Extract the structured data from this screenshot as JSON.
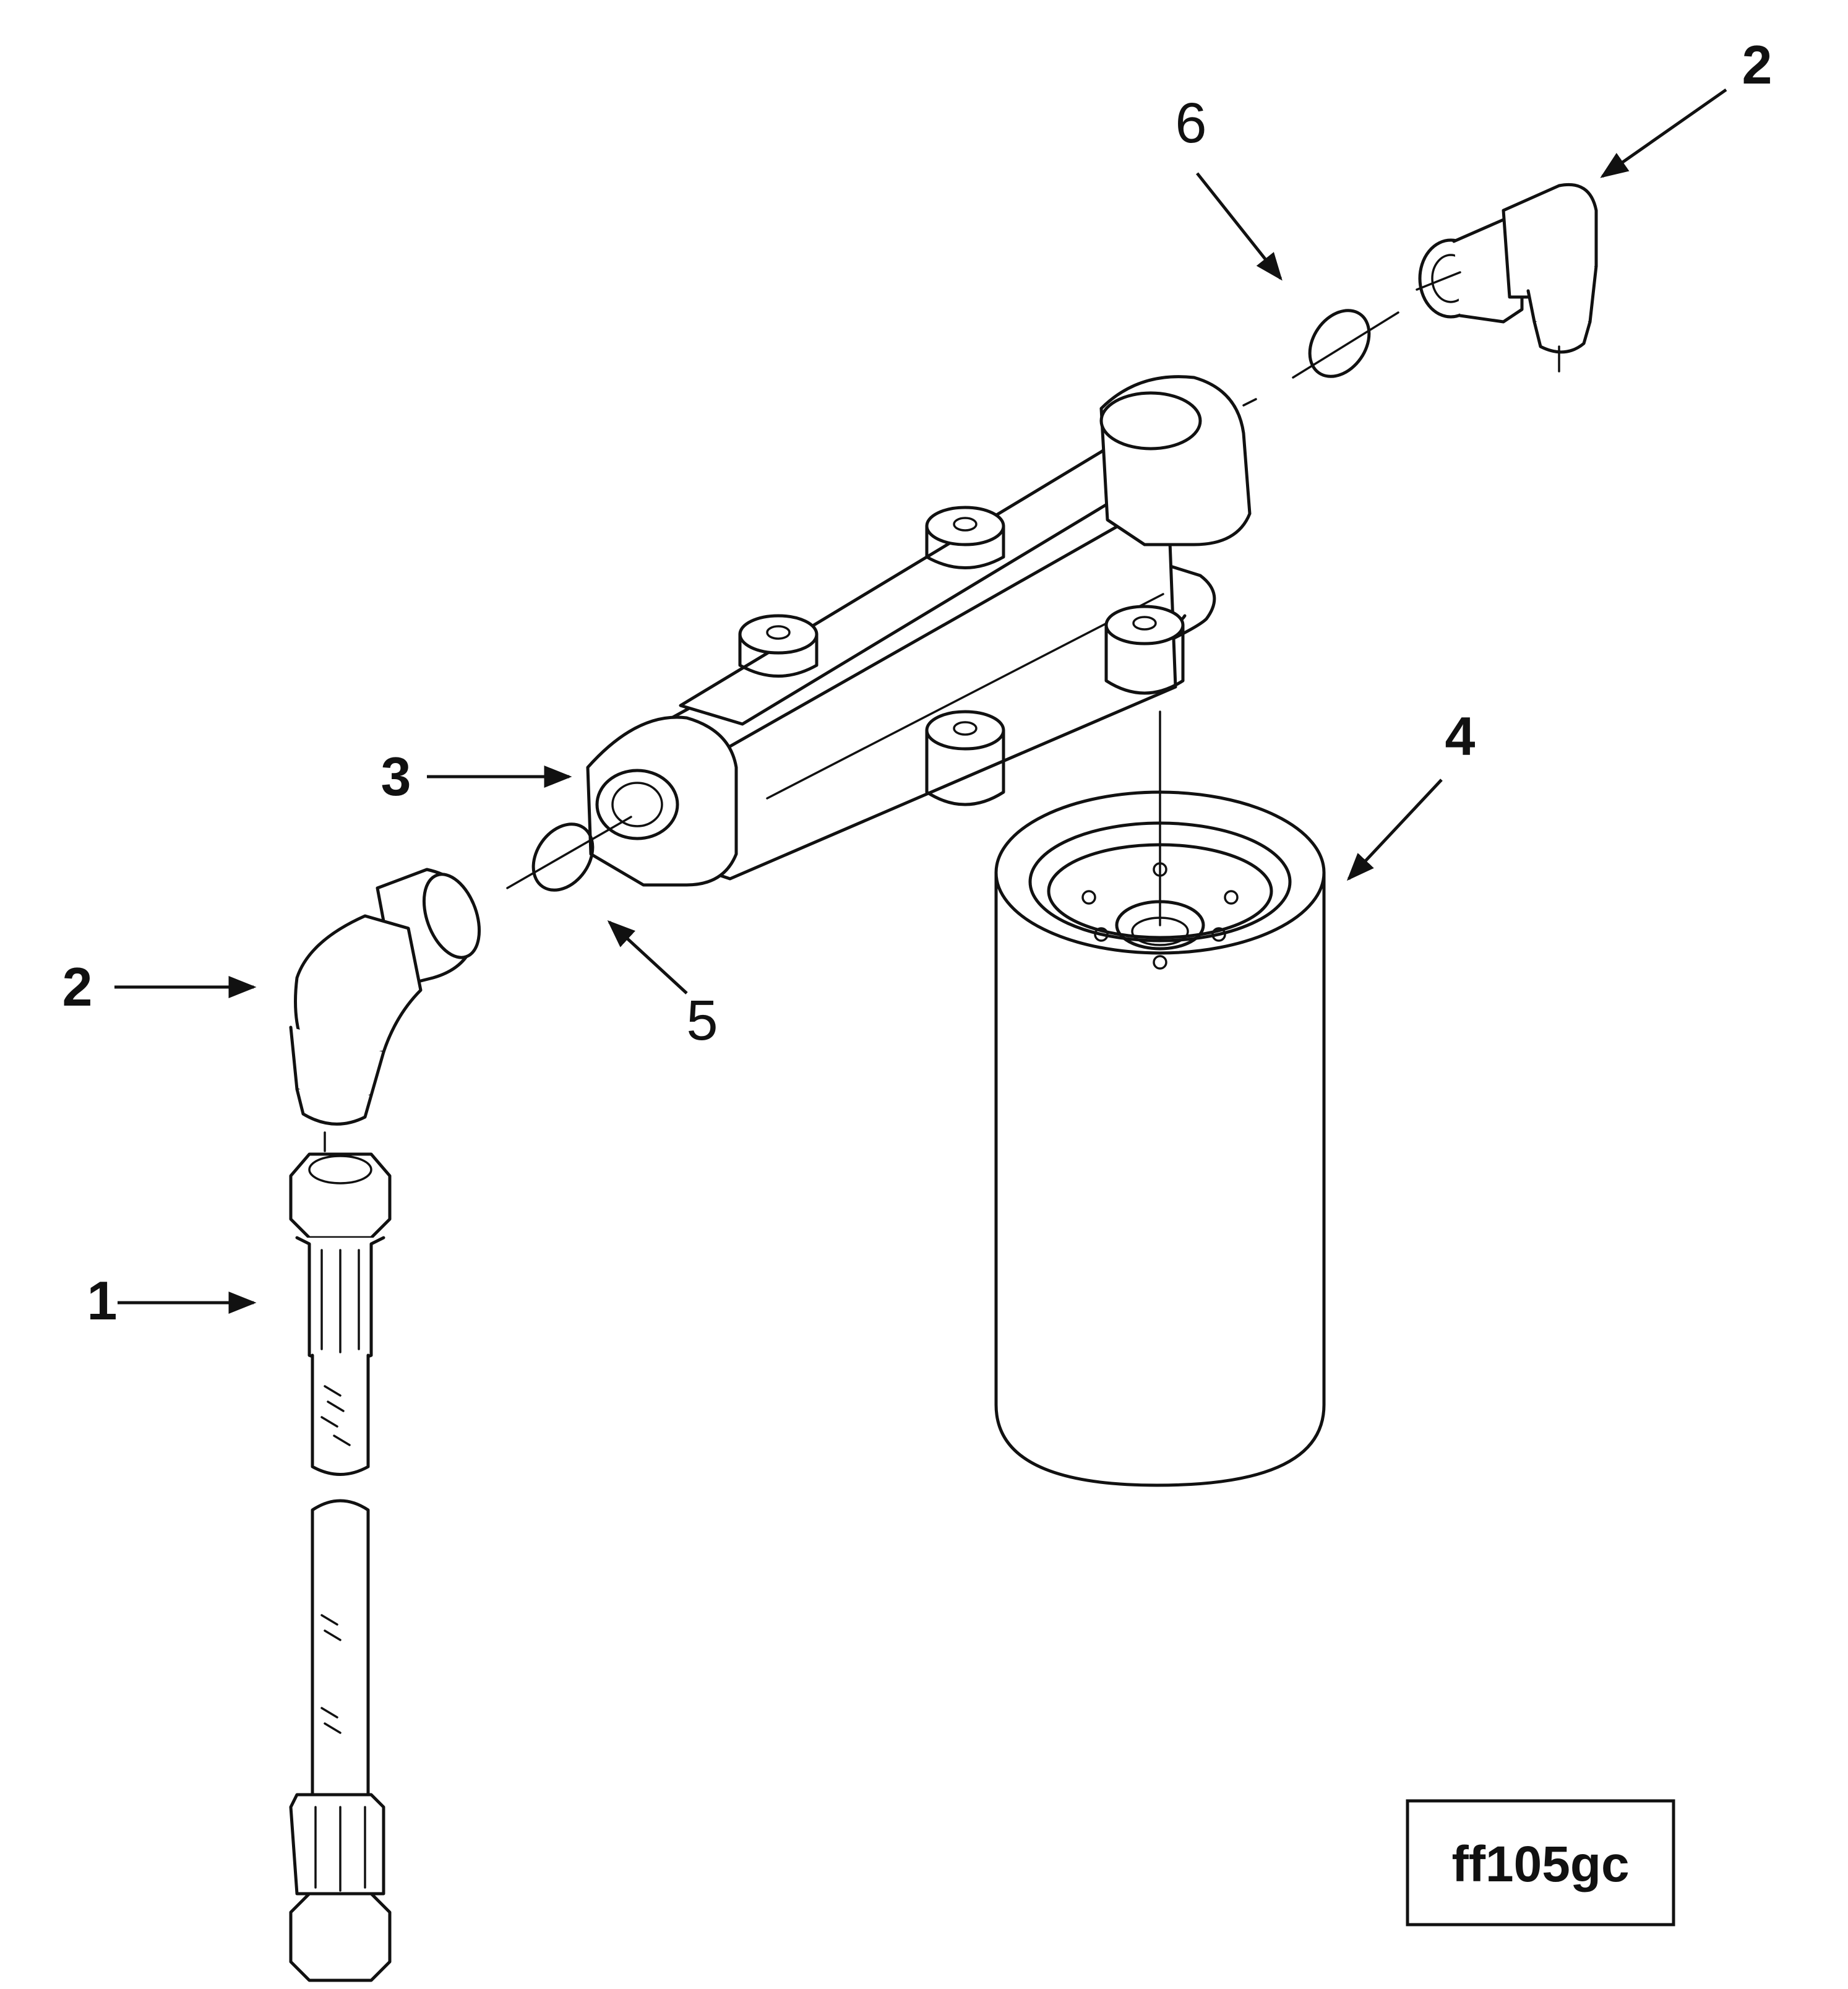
{
  "figure_code": "ff105gc",
  "callouts": {
    "part1": "1",
    "part2_left": "2",
    "part2_right": "2",
    "part3": "3",
    "part4": "4",
    "part5": "5",
    "part6": "6"
  },
  "colors": {
    "ink": "#111111",
    "paper": "#ffffff"
  }
}
